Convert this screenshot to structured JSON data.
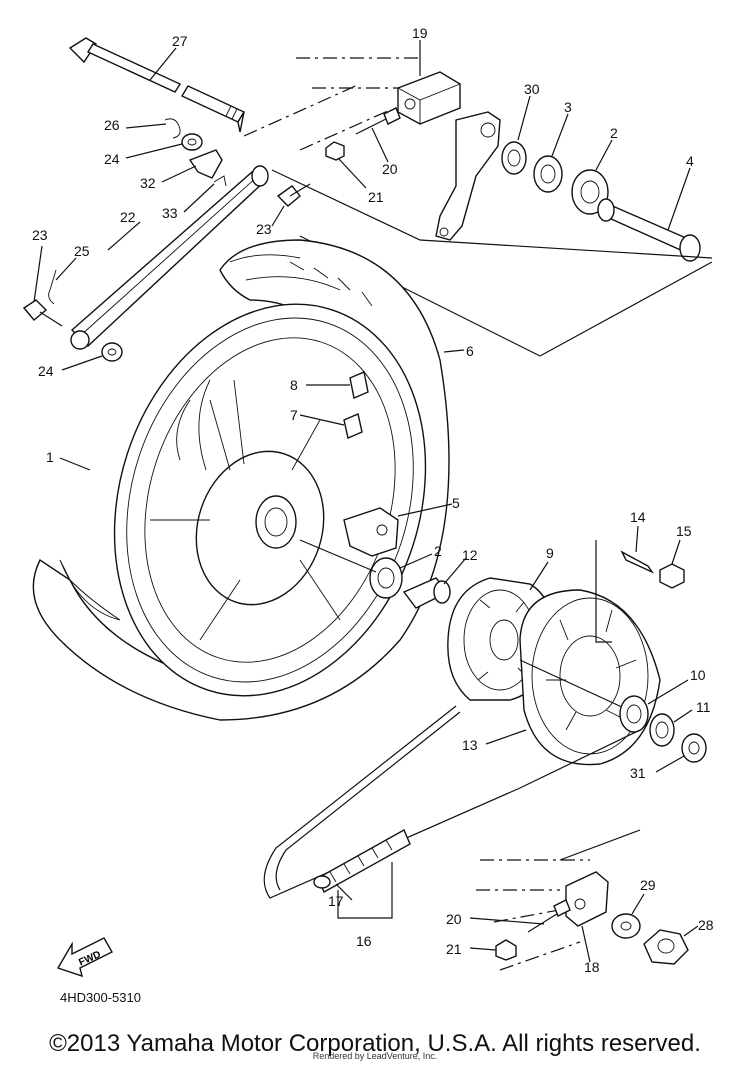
{
  "callouts": [
    "1",
    "2",
    "3",
    "4",
    "5",
    "6",
    "7",
    "8",
    "9",
    "10",
    "11",
    "12",
    "13",
    "14",
    "15",
    "16",
    "17",
    "18",
    "19",
    "20",
    "21",
    "22",
    "23",
    "24",
    "25",
    "26",
    "27",
    "28",
    "29",
    "30",
    "31",
    "32",
    "33"
  ],
  "fwd_label": "FWD",
  "doc_code": "4HD300-5310",
  "copyright": "©2013 Yamaha Motor Corporation, U.S.A. All rights reserved.",
  "rendered_by": "Rendered by LeadVenture, Inc."
}
